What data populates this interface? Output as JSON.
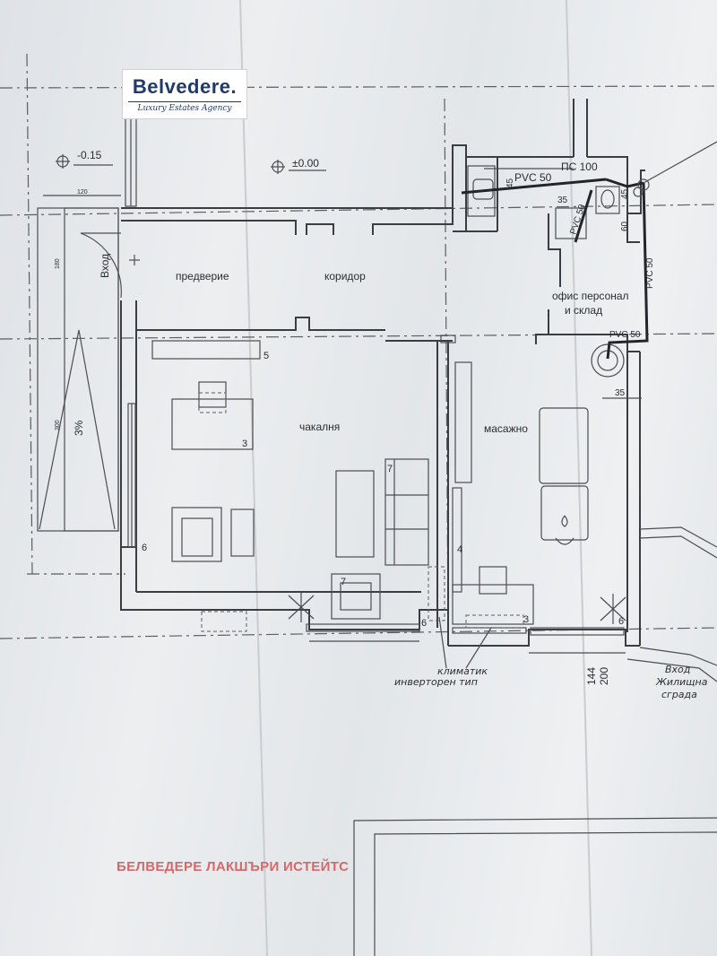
{
  "logo": {
    "name": "Belvedere.",
    "tagline": "Luxury Estates Agency"
  },
  "levels": {
    "left": "-0.15",
    "main": "±0.00"
  },
  "rooms": {
    "entrance": "Вход",
    "vestibule": "предверие",
    "corridor": "коридор",
    "waiting": "чакалня",
    "massage": "масажно",
    "office_line1": "офис персонал",
    "office_line2": "и склад"
  },
  "pipes": {
    "riser": "ПС 100",
    "pvc_top": "PVC 50",
    "pvc_diag": "PVC 50",
    "pvc_vertical": "PVC 50",
    "pvc_bottom": "PVC 50"
  },
  "dimensions": {
    "d45": "45",
    "d35_top": "35",
    "d60": "60",
    "d45b": "45",
    "d35_right": "35",
    "d120": "120",
    "d180": "180",
    "d300": "300",
    "d144": "144",
    "d200": "200"
  },
  "ramp": {
    "slope": "3%"
  },
  "furniture_marks": {
    "m5": "5",
    "m3_left": "3",
    "m7_sofa": "7",
    "m7_chair": "7",
    "m6_left": "6",
    "m6_bottom": "6",
    "m4": "4",
    "m3_right": "3",
    "m6_right": "6"
  },
  "ac_note": {
    "line1": "климатик",
    "line2": "инверторен тип"
  },
  "building_entrance": {
    "line1": "Вход",
    "line2": "Жилищна",
    "line3": "сграда"
  },
  "watermark": "БЕЛВЕДЕРЕ ЛАКШЪРИ ИСТЕЙТС"
}
